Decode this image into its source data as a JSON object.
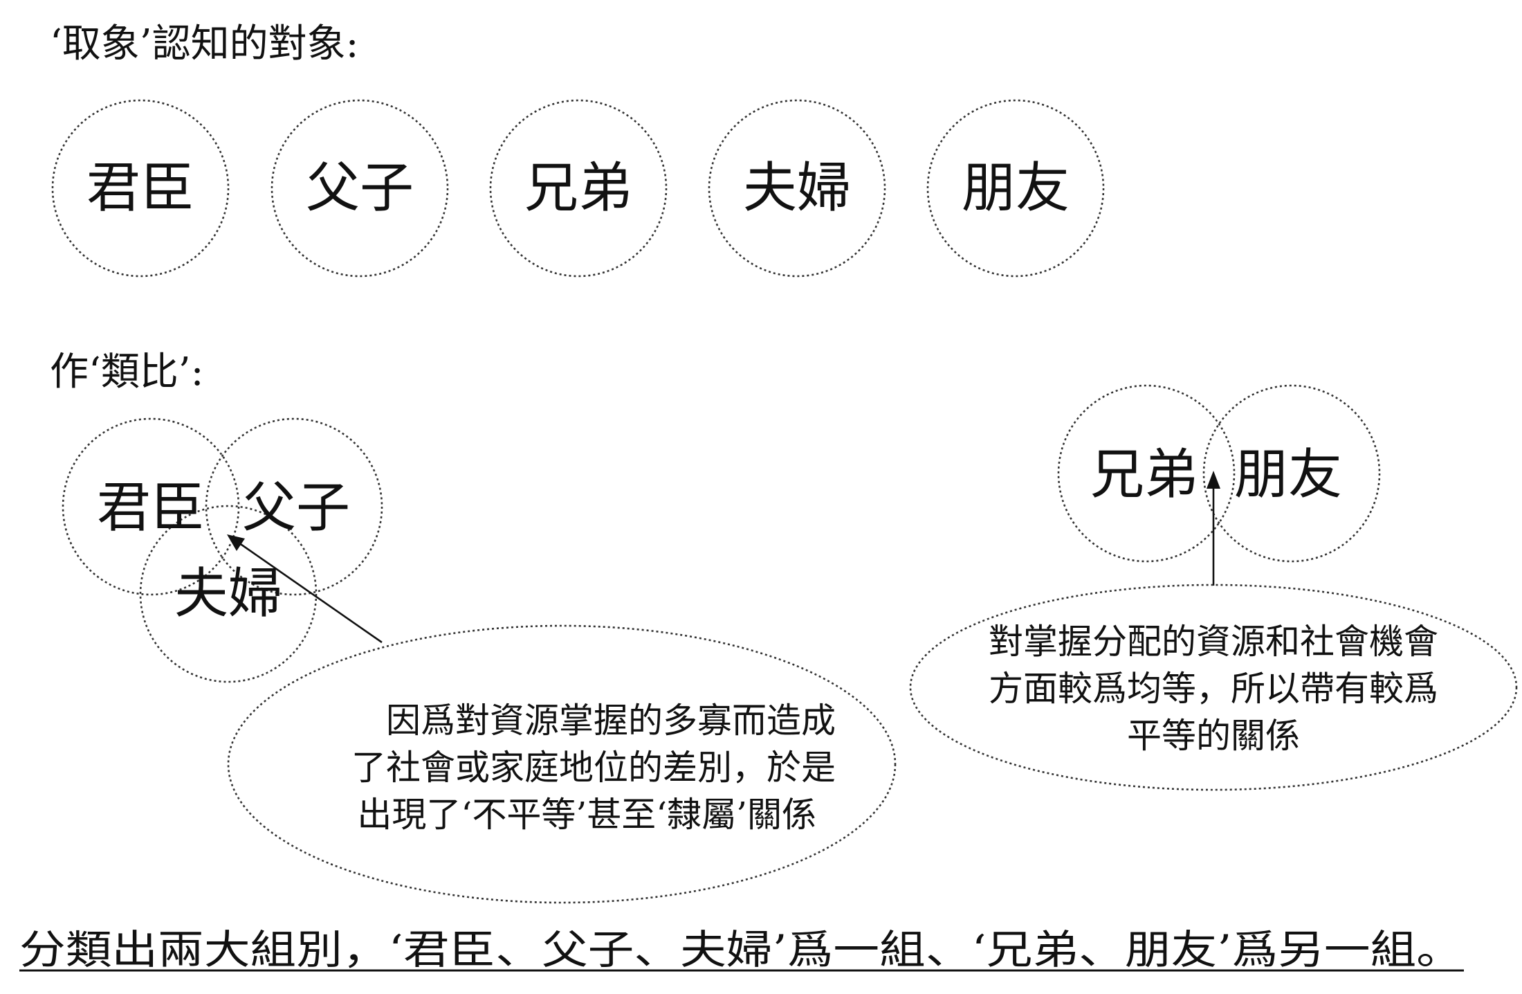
{
  "section1": {
    "heading": "‘取象’認知的對象:",
    "items": [
      "君臣",
      "父子",
      "兄弟",
      "夫婦",
      "朋友"
    ]
  },
  "section2": {
    "heading": "作‘類比’:",
    "group_a": {
      "labels": [
        "君臣",
        "父子",
        "夫婦"
      ],
      "note": [
        "因爲對資源掌握的多寡而造成",
        "了社會或家庭地位的差別，於是",
        "出現了‘不平等’甚至‘隸屬’關係"
      ]
    },
    "group_b": {
      "labels": [
        "兄弟",
        "朋友"
      ],
      "note": [
        "對掌握分配的資源和社會機會",
        "方面較爲均等，所以帶有較爲",
        "平等的關係"
      ]
    }
  },
  "conclusion": "分類出兩大組別，‘君臣、父子、夫婦’爲一組、‘兄弟、朋友’爲另一組。"
}
